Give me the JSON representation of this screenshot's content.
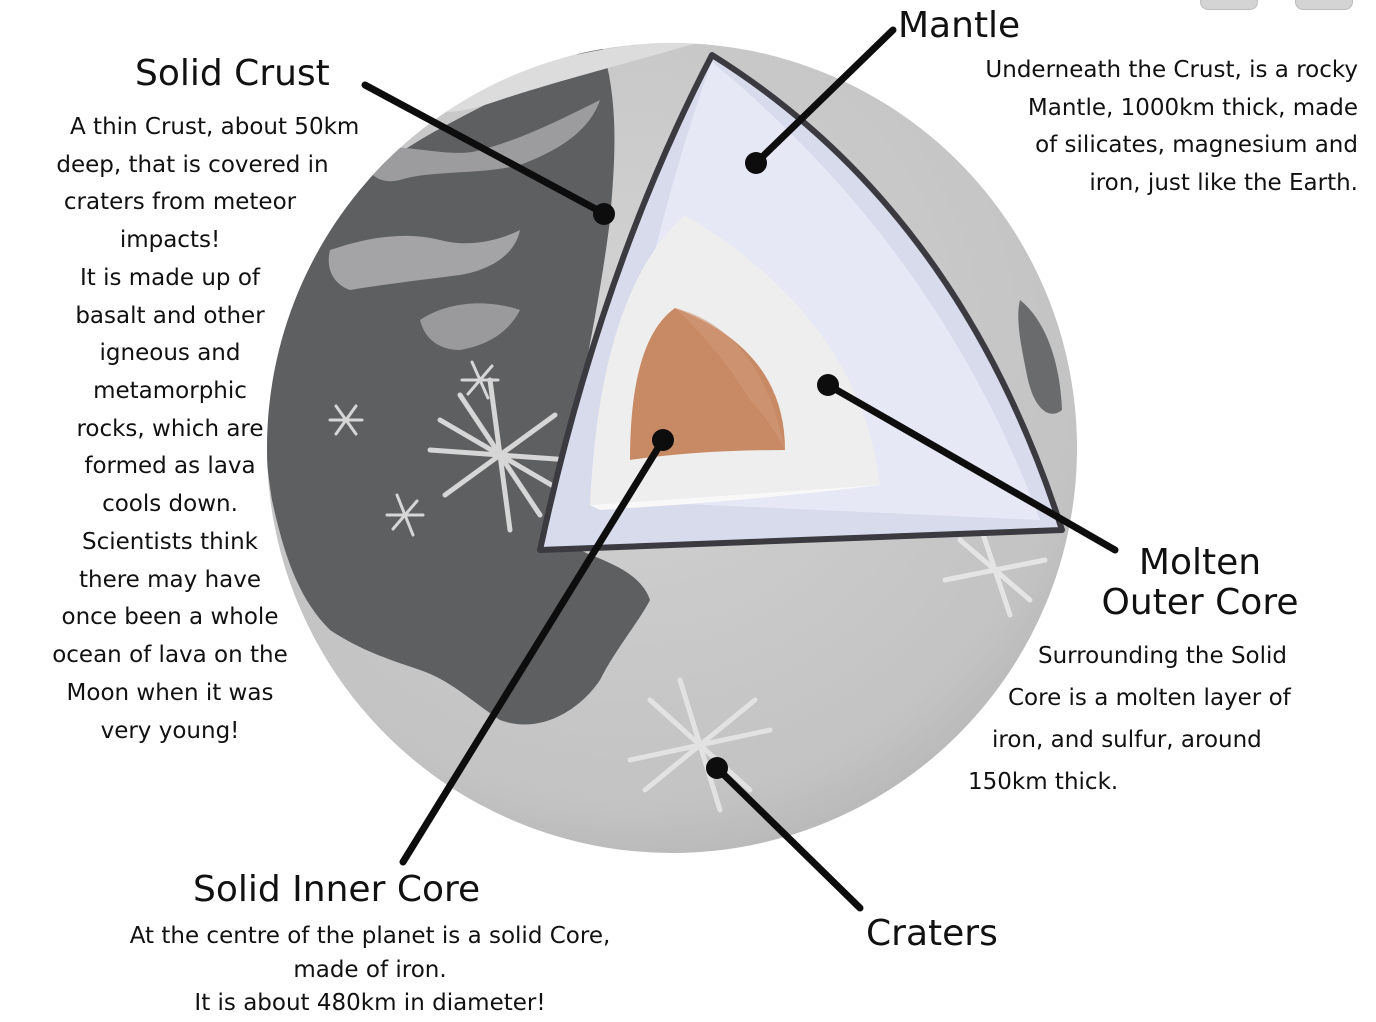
{
  "layers": {
    "solid_crust": {
      "title": "Solid Crust",
      "lines": [
        "A thin Crust, about 50km",
        "deep, that is covered in",
        "craters from meteor",
        "impacts!",
        "It is made up of",
        "basalt and other",
        "igneous and",
        "metamorphic",
        "rocks, which are",
        "formed as lava",
        "cools down.",
        "Scientists think",
        "there may have",
        "once been a whole",
        "ocean of lava on the",
        "Moon when it was",
        "very young!"
      ]
    },
    "mantle": {
      "title": "Mantle",
      "lines": [
        "Underneath the Crust, is a rocky",
        "Mantle, 1000km thick, made",
        "of silicates, magnesium and",
        "iron, just like the Earth."
      ]
    },
    "outer_core": {
      "title_line1": "Molten",
      "title_line2": "Outer Core",
      "lines": [
        "Surrounding the Solid",
        "Core is a molten layer of",
        "iron, and sulfur, around",
        "150km thick."
      ]
    },
    "inner_core": {
      "title": "Solid Inner Core",
      "lines": [
        "At the centre of the planet is a solid Core,",
        "made of iron.",
        "It is about 480km in diameter!"
      ]
    },
    "craters": {
      "title": "Craters"
    }
  },
  "colors": {
    "moon_light": "#c9c9c9",
    "moon_rim": "#b5b5b5",
    "maria_dark": "#5e5f61",
    "crust_wedge": "#d9dced",
    "mantle": "#e6e8f5",
    "outer_core": "#efefef",
    "inner_core": "#c88a65",
    "outline": "#3a3a40",
    "leader": "#0d0d0d"
  }
}
